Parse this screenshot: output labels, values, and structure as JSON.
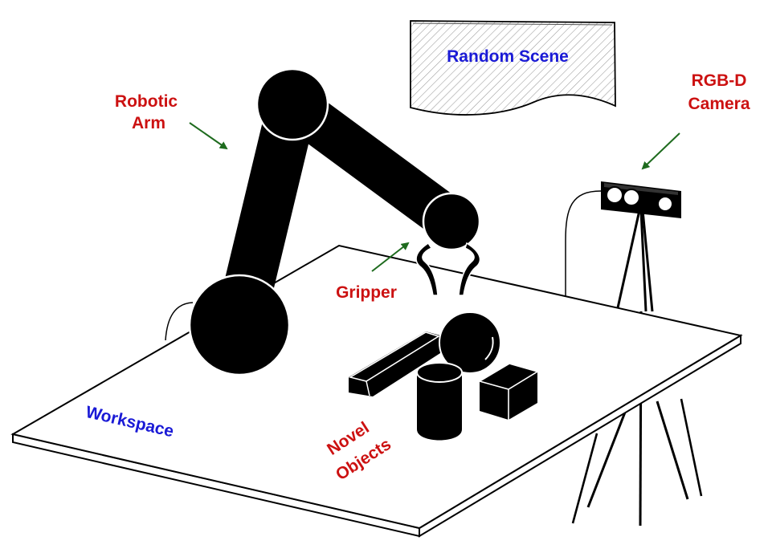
{
  "labels": {
    "random_scene": "Random Scene",
    "robotic_arm_line1": "Robotic",
    "robotic_arm_line2": "Arm",
    "rgbd_camera_line1": "RGB-D",
    "rgbd_camera_line2": "Camera",
    "gripper": "Gripper",
    "workspace": "Workspace",
    "novel_objects_line1": "Novel",
    "novel_objects_line2": "Objects"
  },
  "colors": {
    "blue_label": "#1a1ad6",
    "red_label": "#cc1111",
    "arrow_green": "#1e6b1e",
    "ink": "#000000"
  }
}
